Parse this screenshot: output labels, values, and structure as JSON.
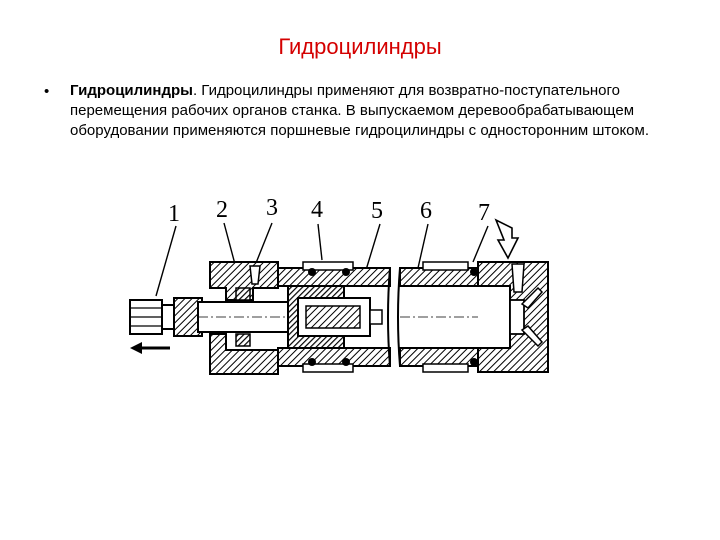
{
  "slide": {
    "title": "Гидроцилиндры",
    "bullet_symbol": "•",
    "lead": "Гидроцилиндры",
    "text": ". Гидроцилиндры применяют для возвратно-поступательного перемещения рабочих органов станка. В выпускаемом деревообрабатывающем оборудовании применяются поршневые гидроцилиндры с односторонним штоком."
  },
  "diagram": {
    "part_numbers": [
      "1",
      "2",
      "3",
      "4",
      "5",
      "6",
      "7"
    ]
  }
}
